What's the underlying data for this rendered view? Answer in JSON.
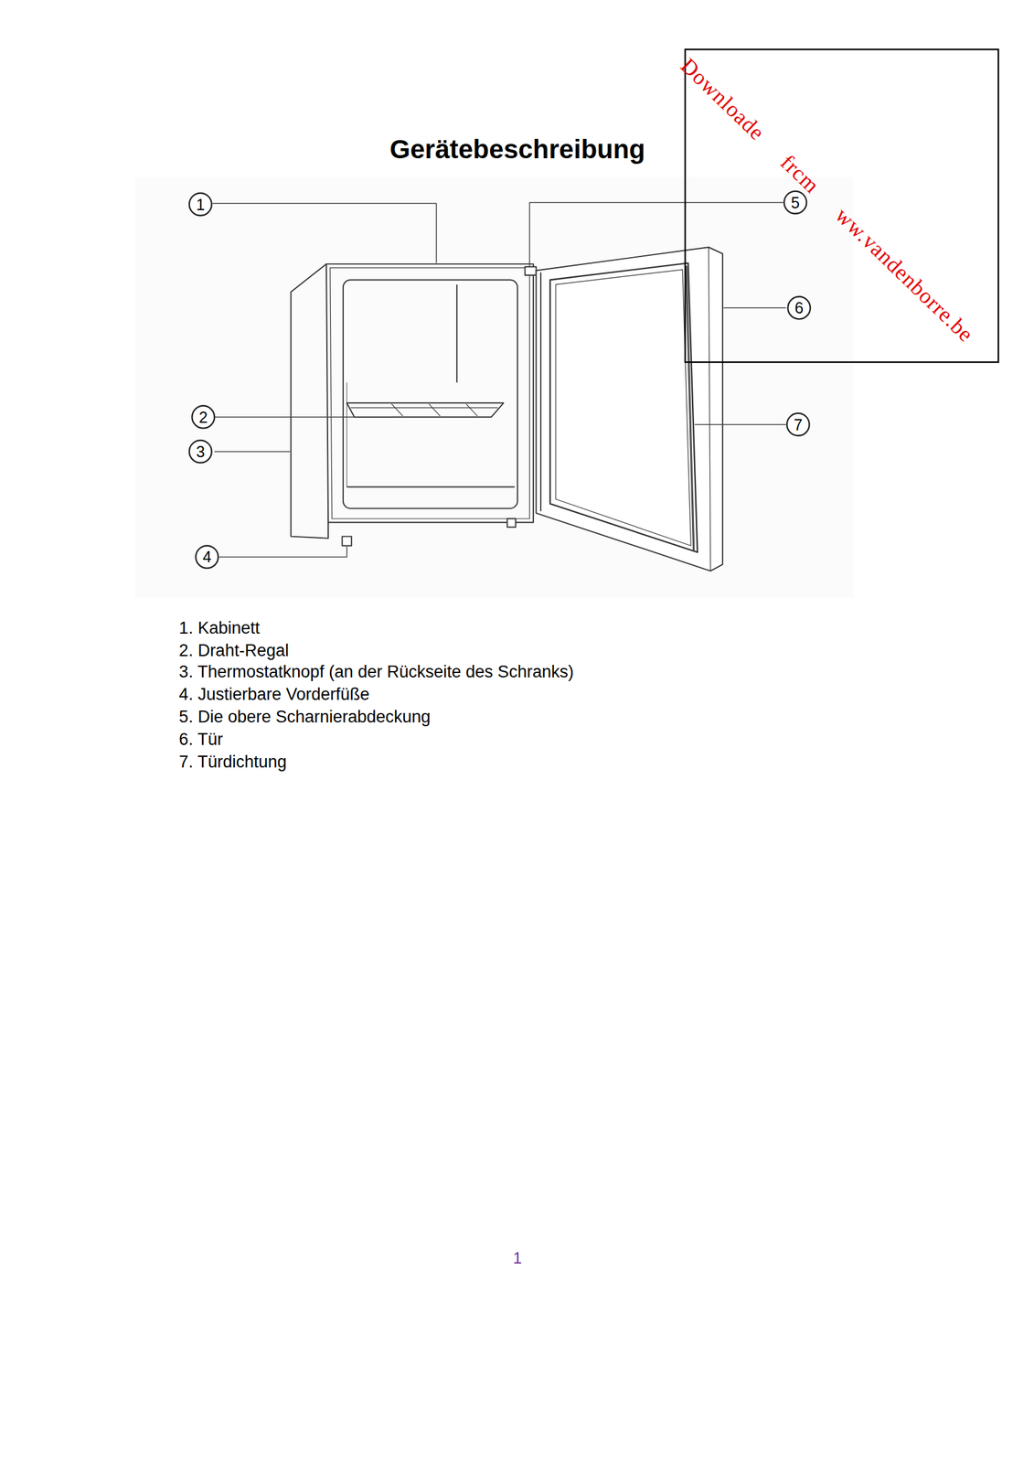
{
  "diagram": {
    "title": "Gerätebeschreibung",
    "labels": [
      "1",
      "2",
      "3",
      "4",
      "5",
      "6",
      "7",
      "1. Kabinett",
      "2. Draht-Regal",
      "3. Thermostatknopf (an der Rückseite des Schranks)",
      "4. Justierbare Vorderfüße",
      "5. Die obere Scharnierabdeckung",
      "6. Tür",
      "7. Türdichtung",
      "1",
      "Downloade frcm ww.vandenborre.be"
    ]
  }
}
